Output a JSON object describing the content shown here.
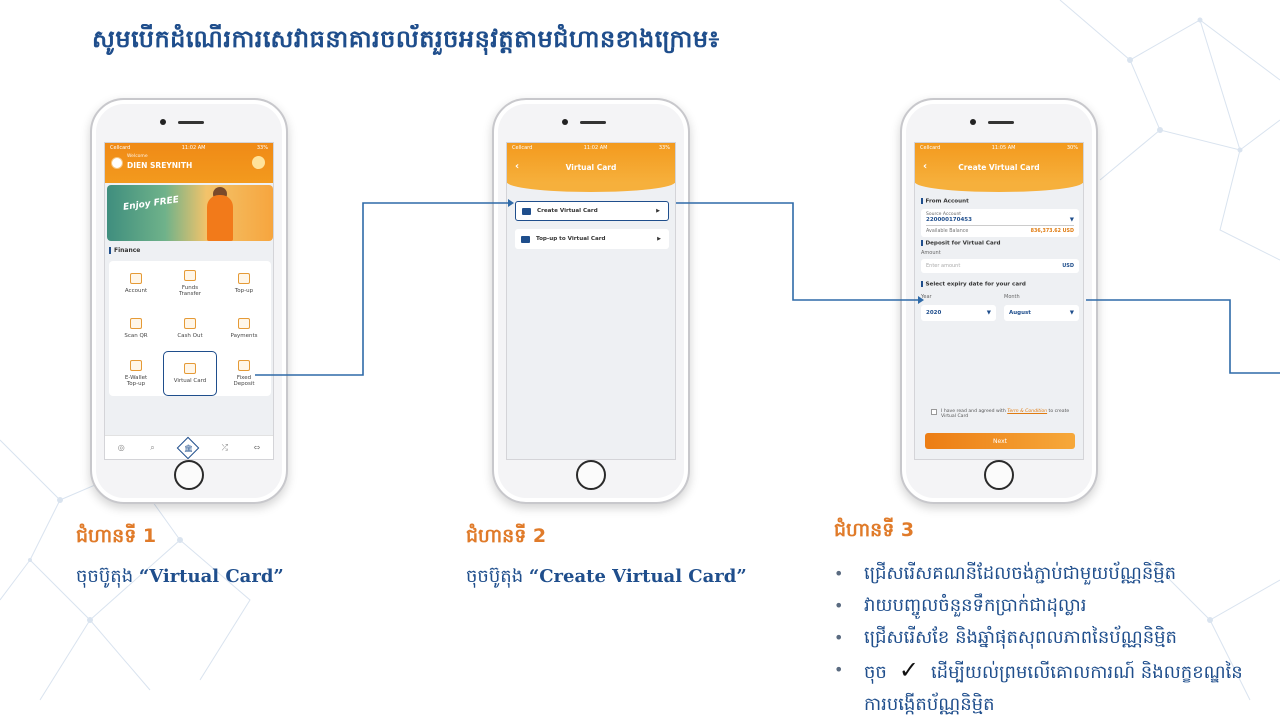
{
  "title": "សូមបើកដំណើរការសេវាធនាគារចល័តរួចអនុវត្តតាមជំហានខាងក្រោម៖",
  "phone1": {
    "status_left": "Cellcard",
    "status_time": "11:02 AM",
    "status_right": "33%",
    "welcome": "Welcome",
    "user_name": "DIEN SREYNITH",
    "banner_slogan": "Enjoy FREE",
    "section": "Finance",
    "grid": [
      {
        "label": "Account"
      },
      {
        "label": "Funds\nTransfer"
      },
      {
        "label": "Top-up"
      },
      {
        "label": "Scan QR"
      },
      {
        "label": "Cash Out"
      },
      {
        "label": "Payments"
      },
      {
        "label": "E-Wallet\nTop-up"
      },
      {
        "label": "Virtual Card"
      },
      {
        "label": "Fixed\nDeposit"
      }
    ],
    "tabs": [
      "◎",
      "⌕",
      "🏛",
      "⤮",
      "⇔"
    ]
  },
  "phone2": {
    "status_left": "Cellcard",
    "status_time": "11:02 AM",
    "status_right": "33%",
    "title": "Virtual Card",
    "items": [
      {
        "label": "Create Virtual Card"
      },
      {
        "label": "Top-up to Virtual Card"
      }
    ]
  },
  "phone3": {
    "status_left": "Cellcard",
    "status_time": "11:05 AM",
    "status_right": "30%",
    "title": "Create Virtual Card",
    "from_account": "From Account",
    "source_account_label": "Source Account",
    "source_account": "220000170453",
    "available_balance_label": "Available Balance",
    "available_balance": "836,373.62 USD",
    "deposit_heading": "Deposit for Virtual Card",
    "amount_label": "Amount",
    "amount_placeholder": "Enter amount",
    "currency": "USD",
    "expiry_heading": "Select expiry date for your card",
    "year_label": "Year",
    "year_value": "2020",
    "month_label": "Month",
    "month_value": "August",
    "agree_prefix": "I have read and agreed with ",
    "agree_link": "Term & Condition",
    "agree_suffix": " to create Virtual Card",
    "next": "Next"
  },
  "steps": [
    {
      "title": "ជំហានទី 1",
      "desc_prefix": "ចុចប៊ូតុង ",
      "desc_bold": "“Virtual Card”"
    },
    {
      "title": "ជំហានទី 2",
      "desc_prefix": "ចុចប៊ូតុង ",
      "desc_bold": "“Create Virtual Card”"
    },
    {
      "title": "ជំហានទី 3"
    }
  ],
  "step3_bullets": [
    "ជ្រើសរើសគណនីដែលចង់ភ្ជាប់ជាមួយប័ណ្ណនិម្មិត",
    "វាយបញ្ចូលចំនួនទឹកប្រាក់ជាដុល្លារ",
    "ជ្រើសរើសខែ និងឆ្នាំផុតសុពលភាពនៃប័ណ្ណនិម្មិត",
    "ដើម្បីយល់ព្រមលើគោលការណ៍ និងលក្ខខណ្ឌនៃការបង្កើតប័ណ្ណនិម្មិត"
  ],
  "step3_check_prefix": "ចុច",
  "step3_check_icon": "✓",
  "colors": {
    "accent_blue": "#1f4e8c",
    "accent_orange": "#e07b2a",
    "app_orange": "#f39a1e"
  }
}
